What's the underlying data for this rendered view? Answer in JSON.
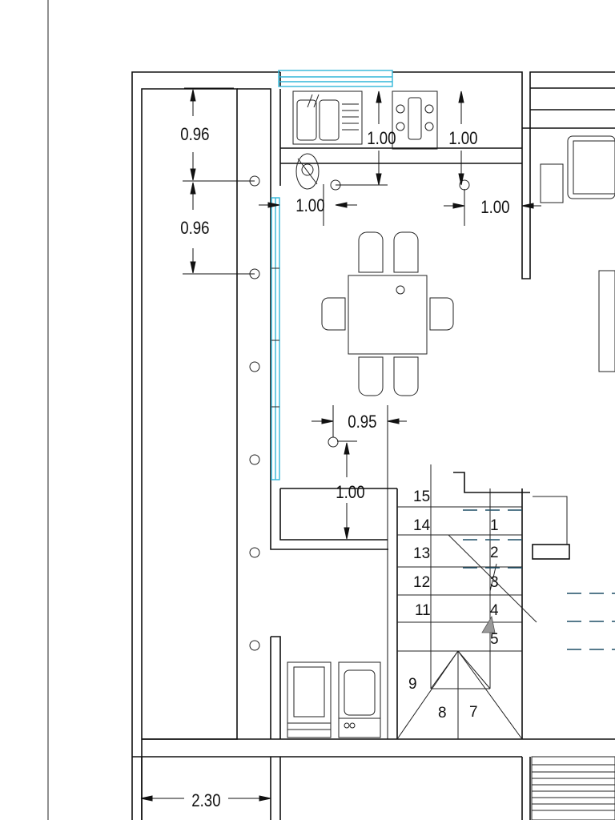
{
  "colors": {
    "line": "#111111",
    "glazing": "#31b6d8",
    "hidden_line": "#1f4f66",
    "arrow_fill": "#999999"
  },
  "dimensions": {
    "upper_vertical": "0.96",
    "lower_vertical": "0.96",
    "sink_depth": "1.00",
    "stove_depth": "1.00",
    "left_clearance": "1.00",
    "right_clearance": "1.00",
    "table_clearance": "0.95",
    "pantry_depth": "1.00",
    "bottom_width": "2.30"
  },
  "stairs": {
    "steps": [
      "1",
      "2",
      "3",
      "4",
      "5",
      "7",
      "8",
      "9",
      "11",
      "12",
      "13",
      "14",
      "15"
    ]
  }
}
